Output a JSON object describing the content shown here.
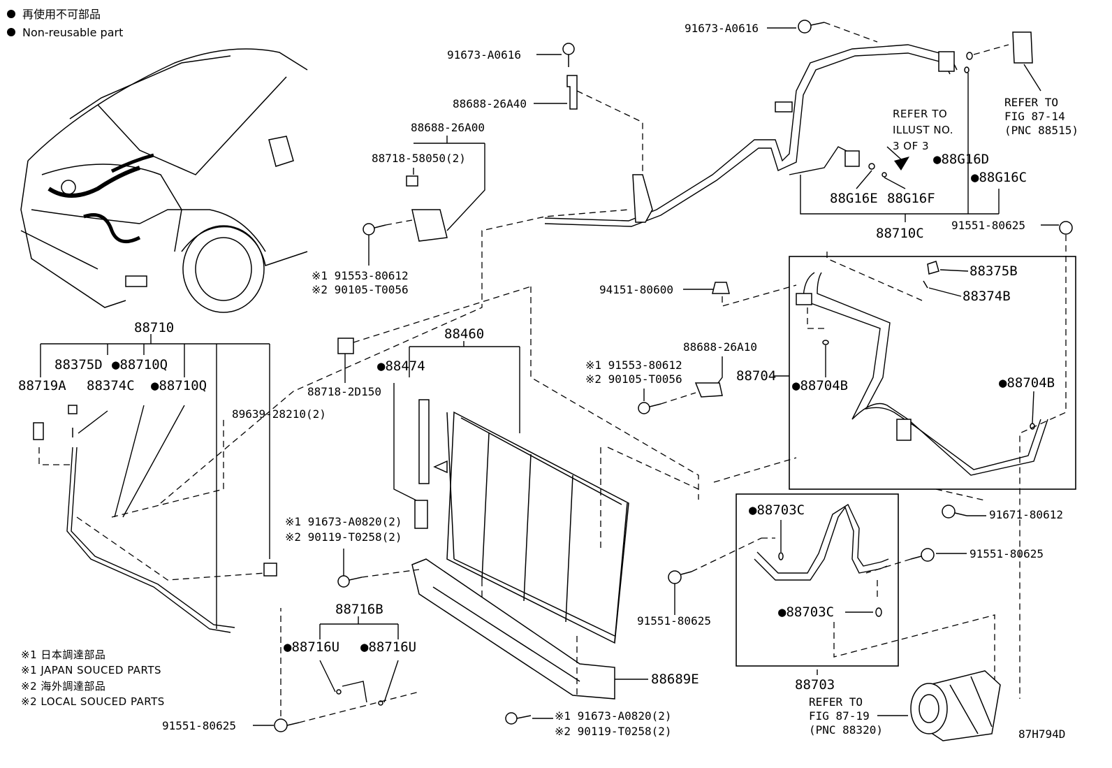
{
  "legend": {
    "jp_marker_text": "再使用不可部品",
    "en_marker_text": "Non-reusable part"
  },
  "footnotes": [
    "※1 日本調達部品",
    "※1 JAPAN SOUCED PARTS",
    "※2 海外調達部品",
    "※2 LOCAL SOUCED PARTS"
  ],
  "figure_code": "87H794D",
  "refs": {
    "fig_87_14": [
      "REFER TO",
      "FIG 87-14",
      "(PNC 88515)"
    ],
    "illust_3of3": [
      "REFER TO",
      "ILLUST NO.",
      "3 OF 3"
    ],
    "fig_87_19": [
      "REFER TO",
      "FIG 87-19",
      "(PNC 88320)"
    ]
  },
  "parts": {
    "p91673_a0616_top": "91673-A0616",
    "p91673_a0616_mid": "91673-A0616",
    "p88688_26a40": "88688-26A40",
    "p88688_26a00": "88688-26A00",
    "p88718_58050": "88718-58050(2)",
    "p91553_80612_a": "※1 91553-80612",
    "p90105_t0056_a": "※2 90105-T0056",
    "p88710": "88710",
    "p88375d": "88375D",
    "p88710q_a": "●88710Q",
    "p88719a": "88719A",
    "p88374c": "88374C",
    "p88710q_b": "●88710Q",
    "p89639": "89639-28210(2)",
    "p88718_2d150": "88718-2D150",
    "p88460": "88460",
    "p88474": "●88474",
    "p91673_a0820_a": "※1 91673-A0820(2)",
    "p90119_t0258_a": "※2 90119-T0258(2)",
    "p88716b": "88716B",
    "p88716u_a": "●88716U",
    "p88716u_b": "●88716U",
    "p91551_80625_bl": "91551-80625",
    "p91673_a0820_b": "※1 91673-A0820(2)",
    "p90119_t0258_b": "※2 90119-T0258(2)",
    "p88689e": "88689E",
    "p91551_80625_mid": "91551-80625",
    "p88688_26a10": "88688-26A10",
    "p91553_80612_b": "※1 91553-80612",
    "p90105_t0056_b": "※2 90105-T0056",
    "p94151_80600": "94151-80600",
    "p88704": "88704",
    "p88704b_a": "●88704B",
    "p88704b_b": "●88704B",
    "p88375b": "88375B",
    "p88374b": "88374B",
    "p88g16d": "●88G16D",
    "p88g16c": "●88G16C",
    "p88g16e": "88G16E",
    "p88g16f": "88G16F",
    "p88710c": "88710C",
    "p91551_80625_tr": "91551-80625",
    "p91671_80612": "91671-80612",
    "p91551_80625_r": "91551-80625",
    "p88703c_a": "●88703C",
    "p88703c_b": "●88703C",
    "p88703": "88703"
  }
}
